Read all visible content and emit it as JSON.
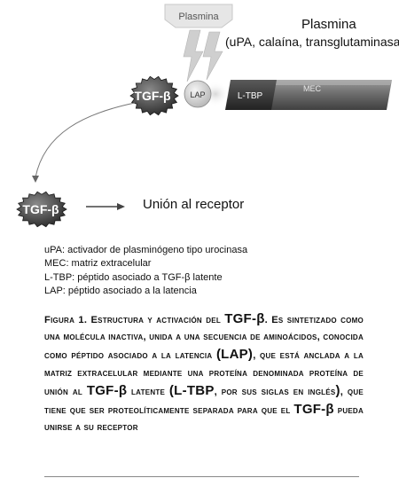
{
  "figure": {
    "plasmina_box": "Plasmina",
    "plasmina_title": "Plasmina",
    "plasmina_desc": "(uPA, calaína, transglutaminasa)",
    "tgf_bound": "TGF-β",
    "lap": "LAP",
    "ltbp": "L-TBP",
    "mec": "MEC",
    "tgf_free": "TGF-β",
    "union": "Unión al receptor"
  },
  "legend": [
    "uPA: activador de plasminógeno tipo urocinasa",
    "MEC: matriz extracelular",
    "L-TBP: péptido asociado a TGF-β latente",
    "LAP: péptido asociado a la latencia"
  ],
  "caption": {
    "p1": "Figura 1. Estructura y activación del ",
    "p2": "TGF-β",
    "p3": ". Es sintetizado como una molécula inactiva, unida a una secuencia de aminoácidos, conocida como péptido asociado a la latencia ",
    "p4": "(LAP)",
    "p5": ", que está anclada a la matriz extracelular mediante una proteína denominada proteína de unión al ",
    "p6": "TGF-β",
    "p7": " latente ",
    "p8": "(L-TBP",
    "p9": ", por sus siglas en inglés",
    "p10": ")",
    "p11": ", que tiene que ser proteolíticamente separada para que el ",
    "p12": "TGF-β",
    "p13": " pueda unirse a su receptor"
  }
}
